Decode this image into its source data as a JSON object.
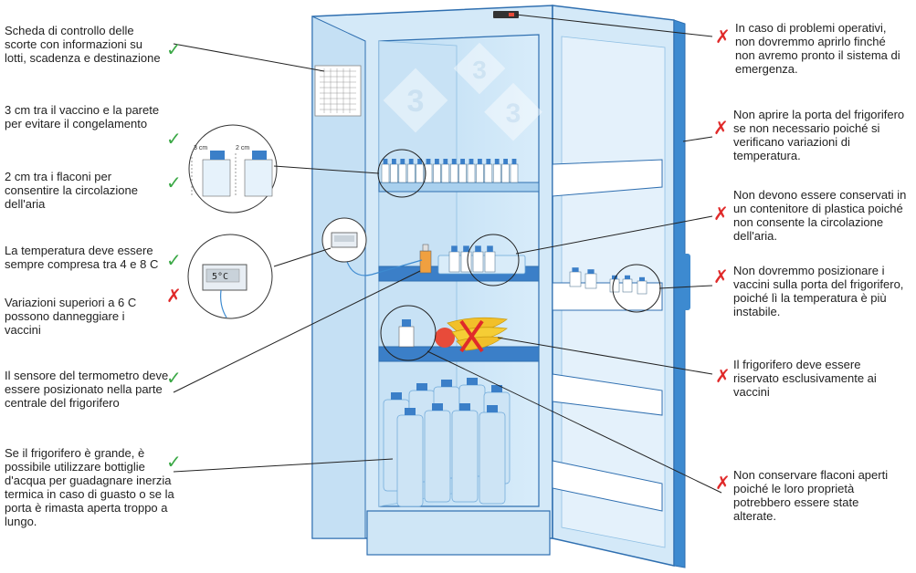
{
  "watermark": "3",
  "callouts_left": [
    {
      "id": "stock-card",
      "text": "Scheda di controllo delle scorte con informazioni su lotti, scadenza e destinazione",
      "mark": "check"
    },
    {
      "id": "vaccine-wall-gap",
      "text": "3 cm tra il vaccino e la parete per evitare il congelamento",
      "mark": "check"
    },
    {
      "id": "vial-gap",
      "text": "2 cm tra i flaconi per consentire la circolazione dell'aria",
      "mark": "check"
    },
    {
      "id": "temp-range",
      "text": "La temperatura deve essere sempre compresa tra 4 e 8 C",
      "mark": "check"
    },
    {
      "id": "temp-variation",
      "text": "Variazioni superiori a 6 C possono danneggiare i vaccini",
      "mark": "cross"
    },
    {
      "id": "sensor-position",
      "text": "Il sensore del termometro deve essere posizionato nella parte centrale del frigorifero",
      "mark": "check"
    },
    {
      "id": "water-bottles",
      "text": "Se il frigorifero è grande, è possibile utilizzare bottiglie d'acqua per guadagnare inerzia termica in caso di guasto o se la porta è rimasta aperta troppo a lungo.",
      "mark": "check"
    }
  ],
  "callouts_right": [
    {
      "id": "no-open-problems",
      "text": "In caso di problemi operativi, non dovremmo aprirlo finché non avremo pronto il sistema di emergenza.",
      "mark": "cross"
    },
    {
      "id": "no-open-door",
      "text": "Non aprire la porta del frigorifero se non necessario poiché si verificano variazioni di temperatura.",
      "mark": "cross"
    },
    {
      "id": "no-plastic-container",
      "text": "Non devono essere conservati in un contenitore di plastica poiché non consente la circolazione dell'aria.",
      "mark": "cross"
    },
    {
      "id": "no-door-storage",
      "text": "Non dovremmo posizionare i vaccini sulla porta del frigorifero, poiché lì la temperatura è più instabile.",
      "mark": "cross"
    },
    {
      "id": "vaccines-only",
      "text": "Il frigorifero deve essere riservato esclusivamente ai vaccini",
      "mark": "cross"
    },
    {
      "id": "no-open-vials",
      "text": "Non conservare flaconi aperti poiché le loro proprietà potrebbero essere state alterate.",
      "mark": "cross"
    }
  ],
  "detail_labels": {
    "left_gap": "3 cm",
    "right_gap": "2 cm"
  },
  "thermometer_display": "5°C",
  "marks": {
    "check": "✓",
    "cross": "✗"
  },
  "colors": {
    "fridge": "#cfe6f6",
    "outline": "#2f6fb0",
    "door_edge": "#3d8ad0",
    "shelf": "#3b7fc8",
    "check": "#3aa845",
    "cross": "#e02a2a"
  }
}
